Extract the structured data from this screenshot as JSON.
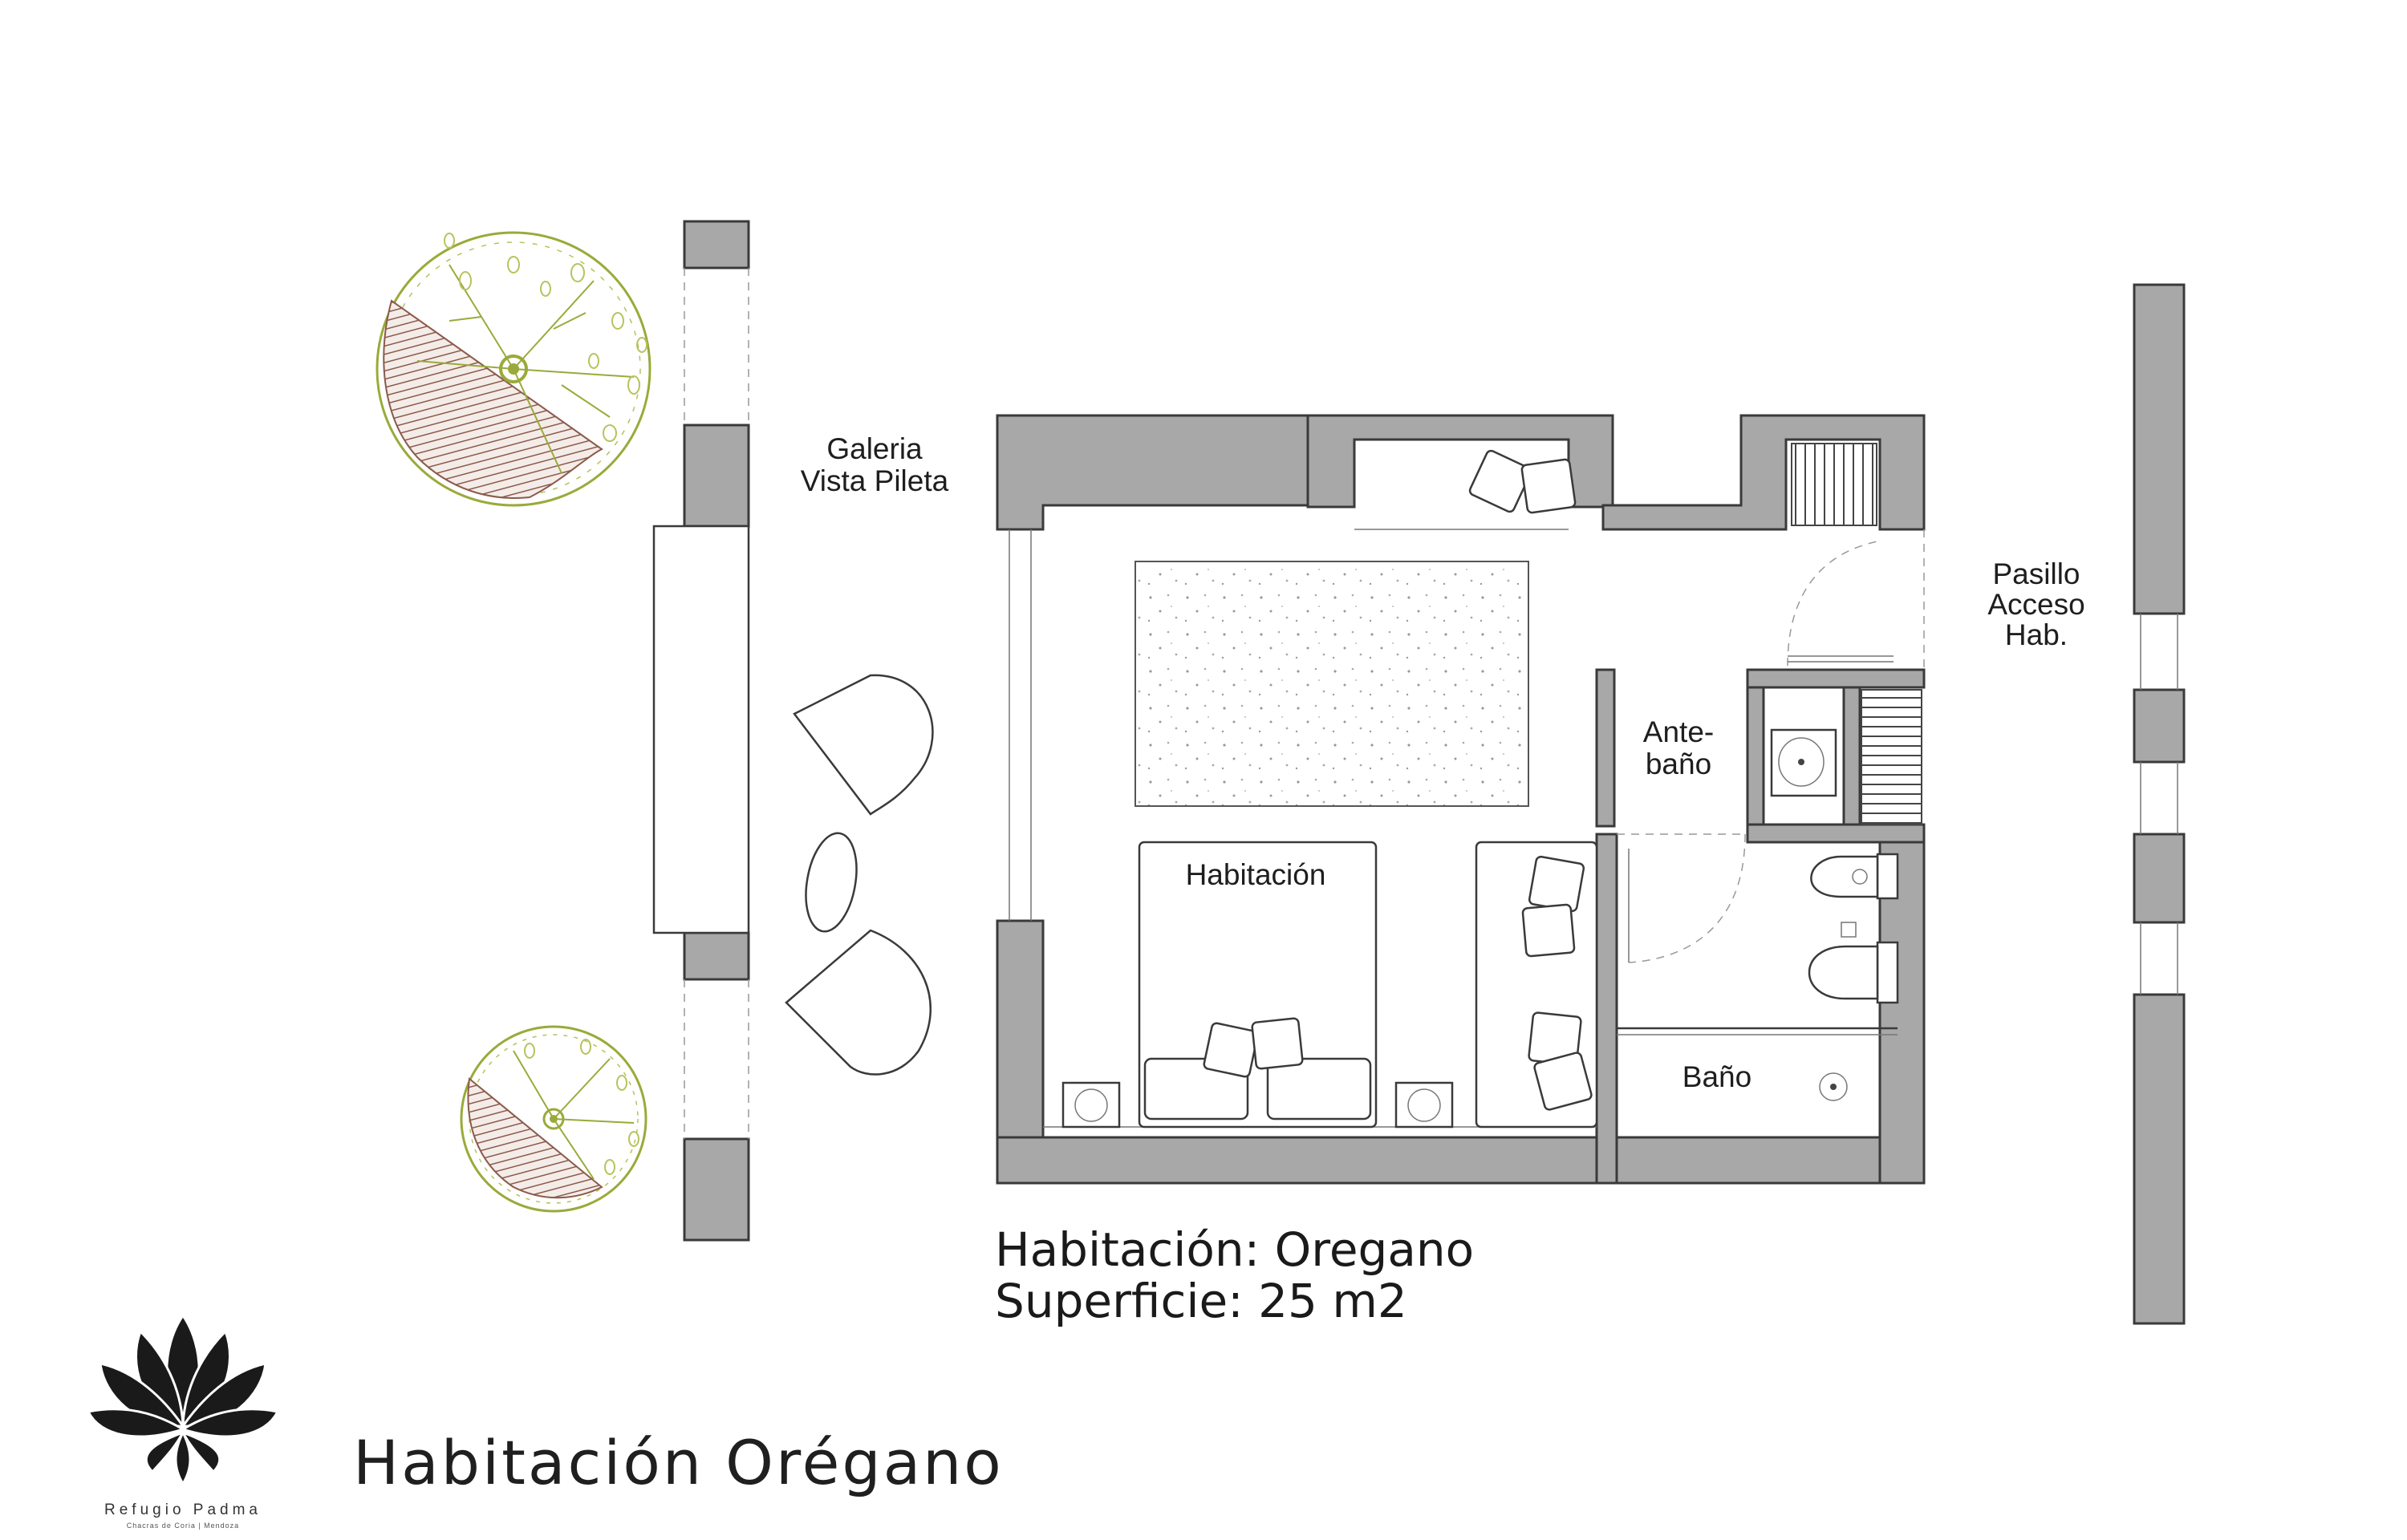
{
  "rooms": {
    "galeria_line1": "Galeria",
    "galeria_line2": "Vista Pileta",
    "pasillo_line1": "Pasillo",
    "pasillo_line2": "Acceso",
    "pasillo_line3": "Hab.",
    "antebano_line1": "Ante-",
    "antebano_line2": "baño",
    "habitacion": "Habitación",
    "bano": "Baño"
  },
  "info": {
    "room_name": "Habitación: Oregano",
    "surface": "Superficie: 25 m2"
  },
  "title": "Habitación Orégano",
  "logo": {
    "name": "Refugio Padma",
    "subtitle": "Chacras de Coria | Mendoza"
  },
  "colors": {
    "wall_fill": "#a8a8a8",
    "outline": "#3a3a3a",
    "tree_hatch": "#8b5a4a",
    "tree_leaf": "#9aaa3a",
    "logo": "#1a1a1a"
  }
}
